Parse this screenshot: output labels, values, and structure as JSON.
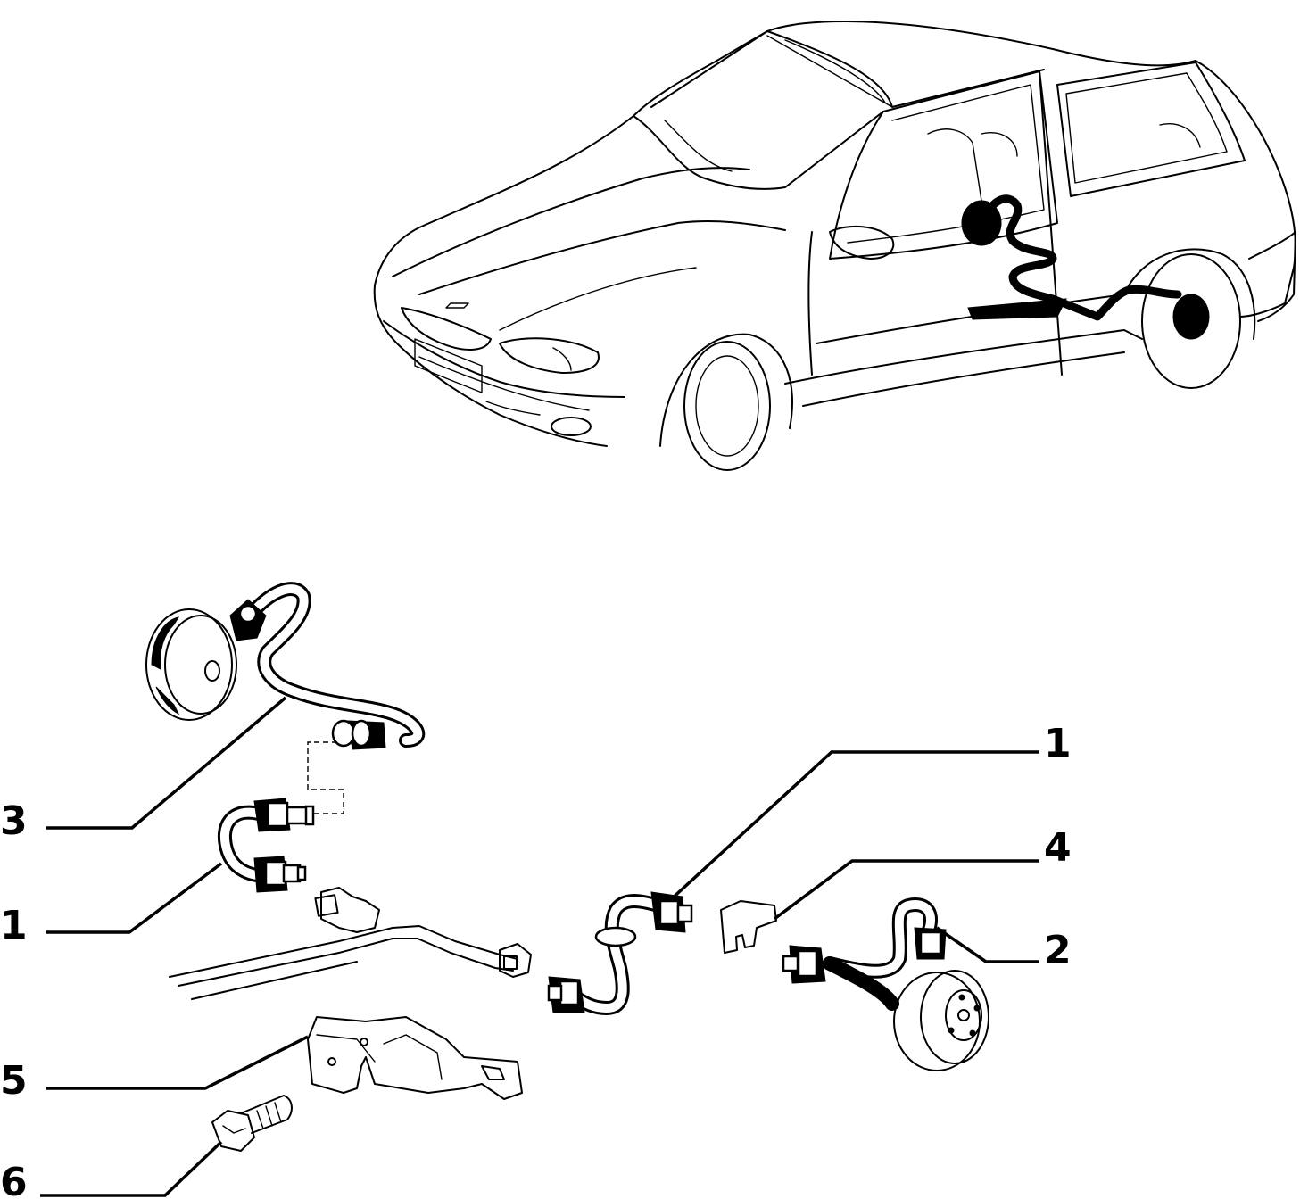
{
  "diagram": {
    "callouts": [
      {
        "id": "3",
        "label": "3"
      },
      {
        "id": "1-left",
        "label": "1"
      },
      {
        "id": "5",
        "label": "5"
      },
      {
        "id": "6",
        "label": "6"
      },
      {
        "id": "1-right",
        "label": "1"
      },
      {
        "id": "4",
        "label": "4"
      },
      {
        "id": "2",
        "label": "2"
      }
    ]
  }
}
